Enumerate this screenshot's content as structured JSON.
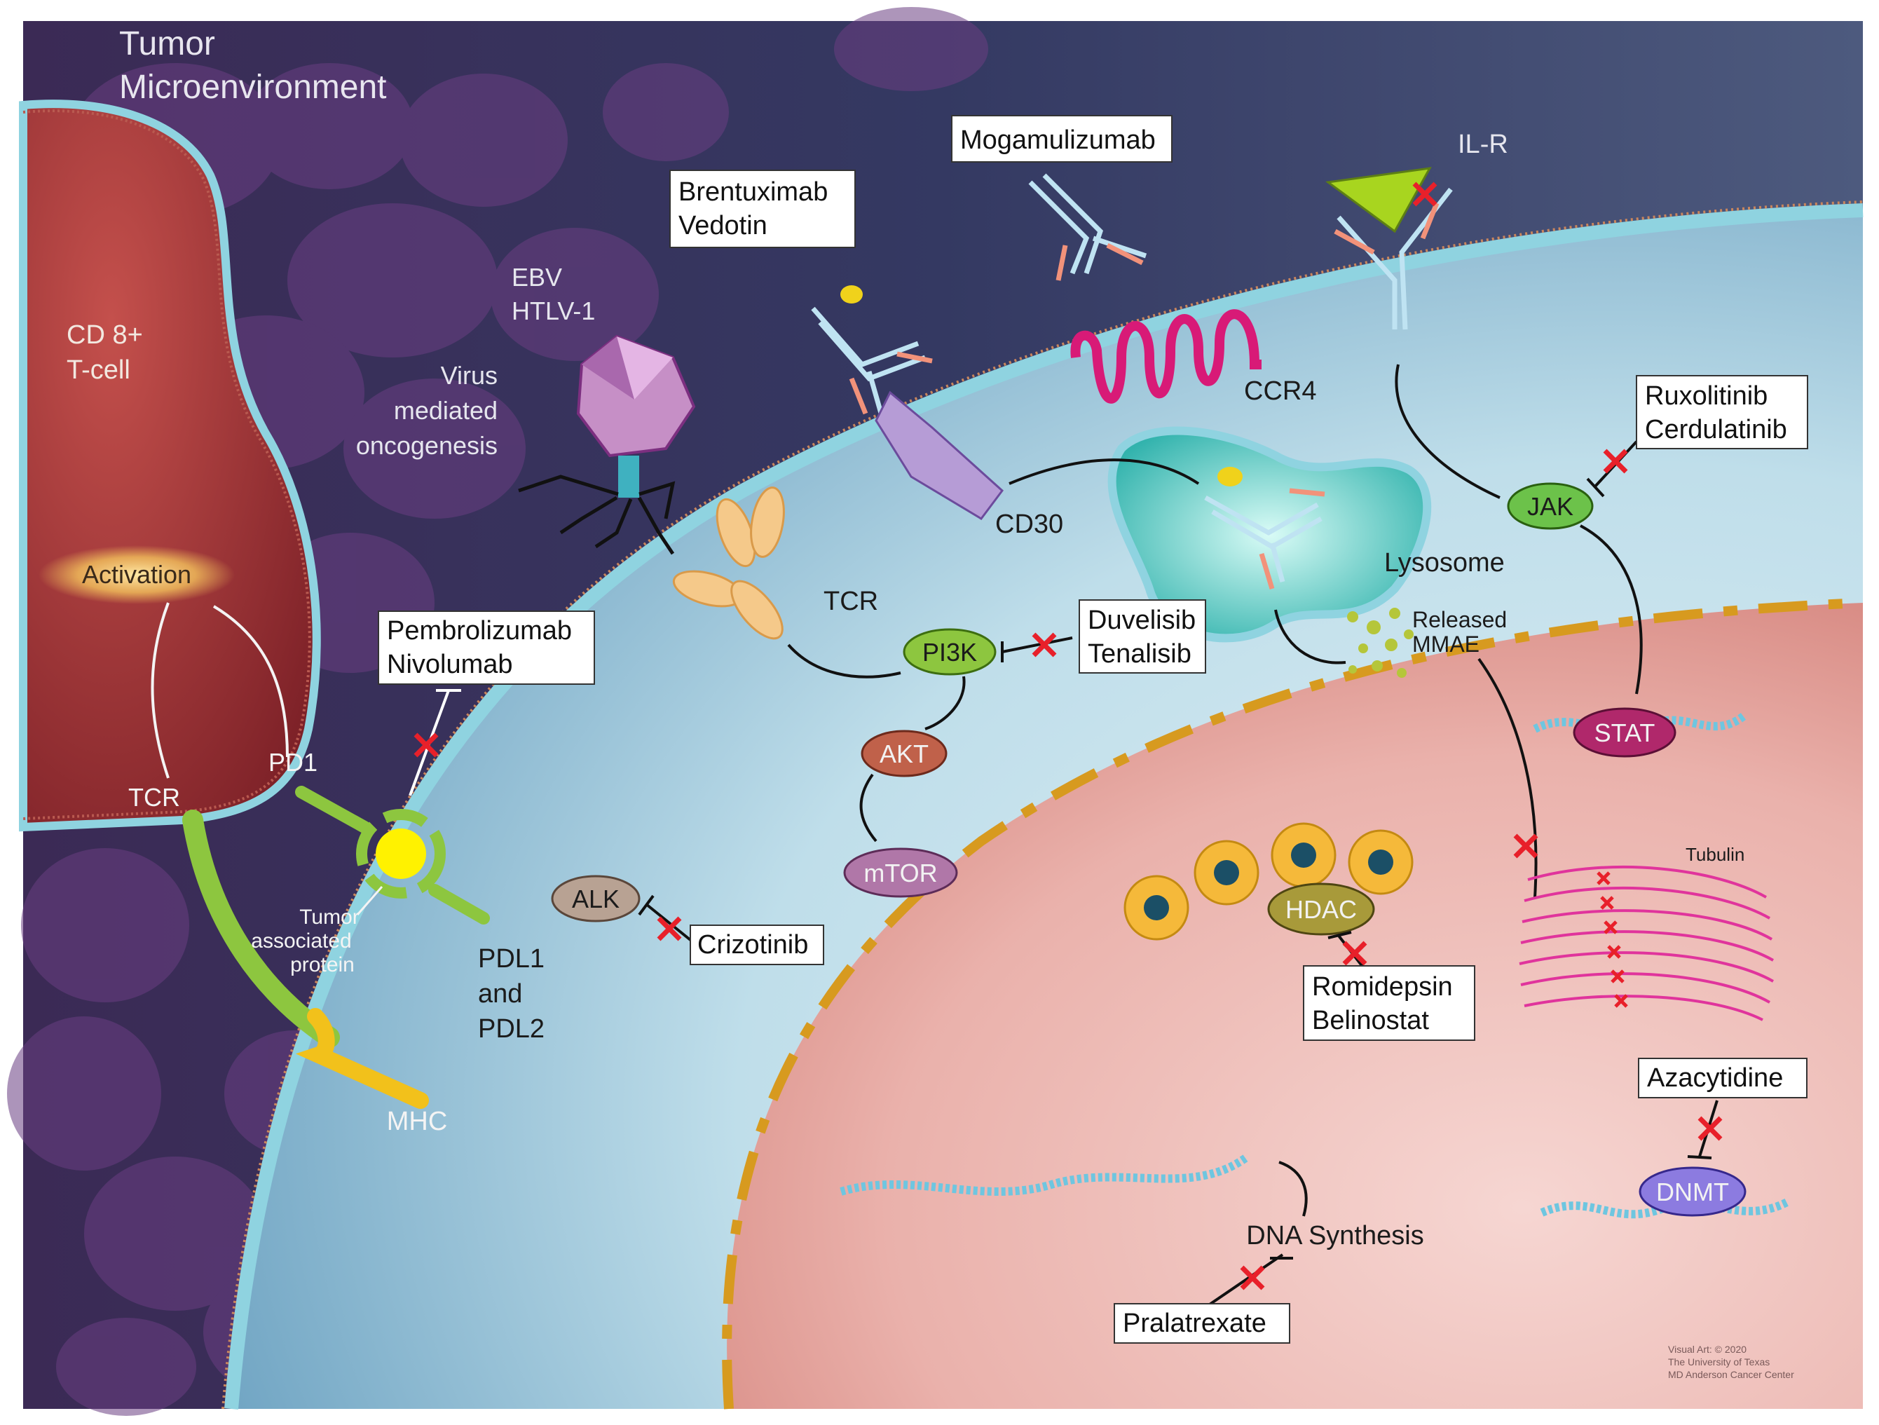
{
  "region": {
    "title_line1": "Tumor",
    "title_line2": "Microenvironment"
  },
  "t_cell": {
    "name_line1": "CD 8+",
    "name_line2": "T-cell",
    "activation": "Activation",
    "tcr": "TCR",
    "pd1": "PD1"
  },
  "labels": {
    "mhc": "MHC",
    "tumor_protein_line1": "Tumor",
    "tumor_protein_line2": "associated",
    "tumor_protein_line3": "protein",
    "pdl_line1": "PDL1",
    "pdl_line2": "and",
    "pdl_line3": "PDL2",
    "virus_line1": "EBV",
    "virus_line2": "HTLV-1",
    "virus_desc_line1": "Virus",
    "virus_desc_line2": "mediated",
    "virus_desc_line3": "oncogenesis",
    "cd30": "CD30",
    "ccr4": "CCR4",
    "ilr": "IL-R",
    "tcr_tumor": "TCR",
    "lysosome": "Lysosome",
    "released_line1": "Released",
    "released_line2": "MMAE",
    "tubulin": "Tubulin",
    "dna_synthesis": "DNA Synthesis"
  },
  "pathway": {
    "pi3k": "PI3K",
    "akt": "AKT",
    "mtor": "mTOR",
    "alk": "ALK",
    "jak": "JAK",
    "stat": "STAT",
    "hdac": "HDAC",
    "dnmt": "DNMT"
  },
  "drugs": {
    "pembro_line1": "Pembrolizumab",
    "pembro_line2": "Nivolumab",
    "brentuximab_line1": "Brentuximab",
    "brentuximab_line2": "Vedotin",
    "mogamulizumab": "Mogamulizumab",
    "ruxolitinib_line1": "Ruxolitinib",
    "ruxolitinib_line2": "Cerdulatinib",
    "duvelisib_line1": "Duvelisib",
    "duvelisib_line2": "Tenalisib",
    "crizotinib": "Crizotinib",
    "romidepsin_line1": "Romidepsin",
    "romidepsin_line2": "Belinostat",
    "azacytidine": "Azacytidine",
    "pralatrexate": "Pralatrexate"
  },
  "credit": {
    "line1": "Visual Art: © 2020",
    "line2": "The University of Texas",
    "line3": "MD Anderson Cancer Center"
  },
  "colors": {
    "background": "#3a3f68",
    "tcell": "#8e2a2e",
    "tumor_cytoplasm": "#b9dbe8",
    "nucleus": "#eab3ae",
    "membrane": "#7ec8d8",
    "inhibition_x": "#e8202a",
    "envelope": "#d79a1f"
  }
}
